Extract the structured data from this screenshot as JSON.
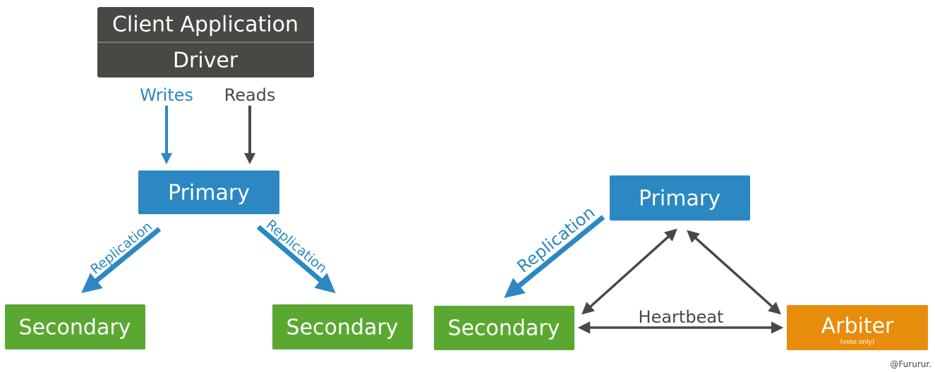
{
  "colors": {
    "dark": "#4a4845",
    "blue": "#2b88c3",
    "green": "#5aa832",
    "orange": "#e88c0c"
  },
  "left": {
    "client_app": "Client Application",
    "driver": "Driver",
    "writes": "Writes",
    "reads": "Reads",
    "primary": "Primary",
    "replication_left": "Replication",
    "replication_right": "Replication",
    "secondary_left": "Secondary",
    "secondary_right": "Secondary"
  },
  "right": {
    "primary": "Primary",
    "replication": "Replication",
    "secondary": "Secondary",
    "heartbeat": "Heartbeat",
    "arbiter": "Arbiter",
    "arbiter_note": "(vote only)"
  },
  "watermark": "@Fururur."
}
